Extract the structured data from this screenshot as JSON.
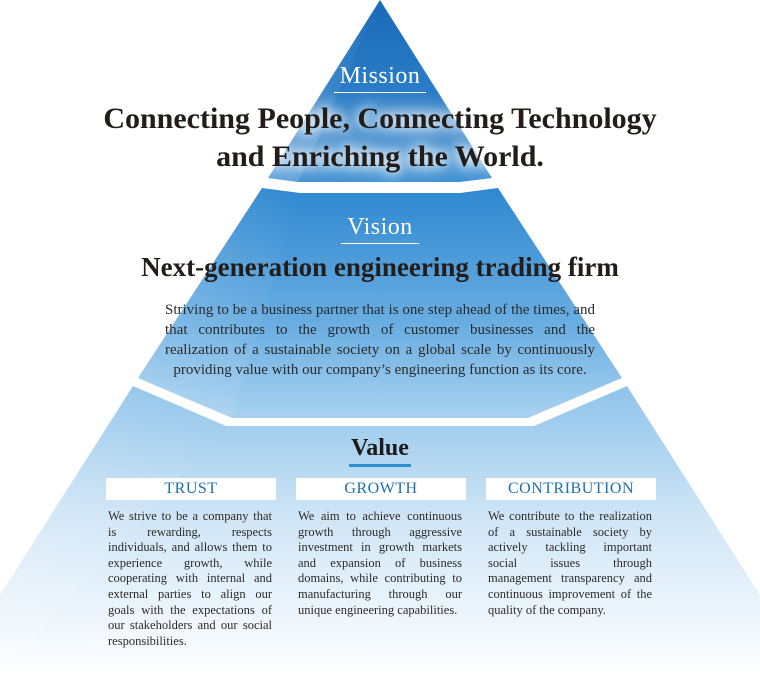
{
  "mission": {
    "title": "Mission",
    "statement_line1": "Connecting People, Connecting Technology",
    "statement_line2": "and Enriching the World."
  },
  "vision": {
    "title": "Vision",
    "statement": "Next-generation engineering trading firm",
    "description": "Striving to be a business partner that is one step ahead of the times, and that contributes to the growth of customer businesses and the realization of a sustainable society on a global scale by continuously providing value with our company’s engineering function as its core."
  },
  "value": {
    "title": "Value",
    "columns": [
      {
        "heading": "TRUST",
        "text": "We strive to be a company that is rewarding, respects individuals, and allows them to experience growth, while cooperating with internal and external parties to align our goals with the expectations of our stakeholders and our social responsibilities."
      },
      {
        "heading": "GROWTH",
        "text": "We aim to achieve continuous growth through aggressive investment in growth markets and expansion of business domains, while contributing to manufacturing through our unique engineering capabilities."
      },
      {
        "heading": "CONTRIBUTION",
        "text": "We contribute to the realization of a sustainable society by actively tackling important social issues through management transparency and continuous improvement of the quality of the company."
      }
    ]
  },
  "colors": {
    "top_tier": "#1e74c4",
    "mid_tier": "#3b92d6",
    "base_tier_top": "#8ec3ea",
    "base_tier_bottom": "#ffffff",
    "heading_blue": "#1d6fb0",
    "text_dark": "#221d1a"
  }
}
